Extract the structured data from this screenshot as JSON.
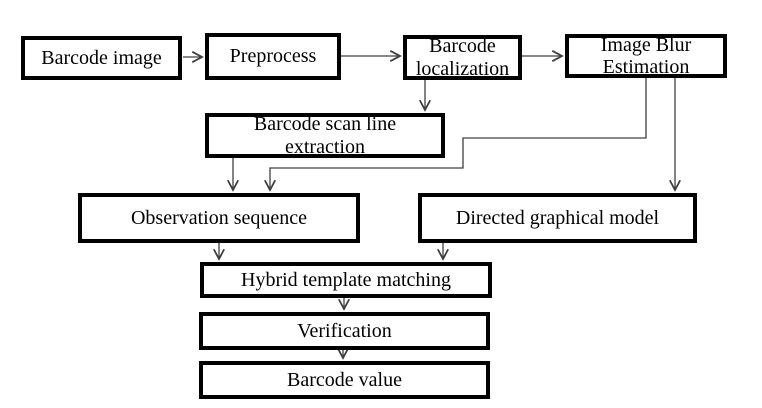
{
  "diagram": {
    "type": "flowchart",
    "background_color": "#ffffff",
    "box_border_color": "#000000",
    "connector_color": "#404040",
    "text_color": "#000000",
    "nodes": {
      "barcode_image": {
        "label": "Barcode image"
      },
      "preprocess": {
        "label": "Preprocess"
      },
      "barcode_localization": {
        "label": "Barcode\nlocalization"
      },
      "image_blur_estimation": {
        "label": "Image Blur\nEstimation"
      },
      "scan_line_extraction": {
        "label": "Barcode scan line\nextraction"
      },
      "observation_sequence": {
        "label": "Observation sequence"
      },
      "directed_graphical_model": {
        "label": "Directed graphical model"
      },
      "hybrid_template_matching": {
        "label": "Hybrid template matching"
      },
      "verification": {
        "label": "Verification"
      },
      "barcode_value": {
        "label": "Barcode value"
      }
    },
    "edges": [
      {
        "from": "barcode_image",
        "to": "preprocess"
      },
      {
        "from": "preprocess",
        "to": "barcode_localization"
      },
      {
        "from": "barcode_localization",
        "to": "image_blur_estimation"
      },
      {
        "from": "barcode_localization",
        "to": "scan_line_extraction"
      },
      {
        "from": "scan_line_extraction",
        "to": "observation_sequence"
      },
      {
        "from": "image_blur_estimation",
        "to": "observation_sequence"
      },
      {
        "from": "image_blur_estimation",
        "to": "directed_graphical_model"
      },
      {
        "from": "observation_sequence",
        "to": "hybrid_template_matching"
      },
      {
        "from": "directed_graphical_model",
        "to": "hybrid_template_matching"
      },
      {
        "from": "hybrid_template_matching",
        "to": "verification"
      },
      {
        "from": "verification",
        "to": "barcode_value"
      }
    ]
  }
}
